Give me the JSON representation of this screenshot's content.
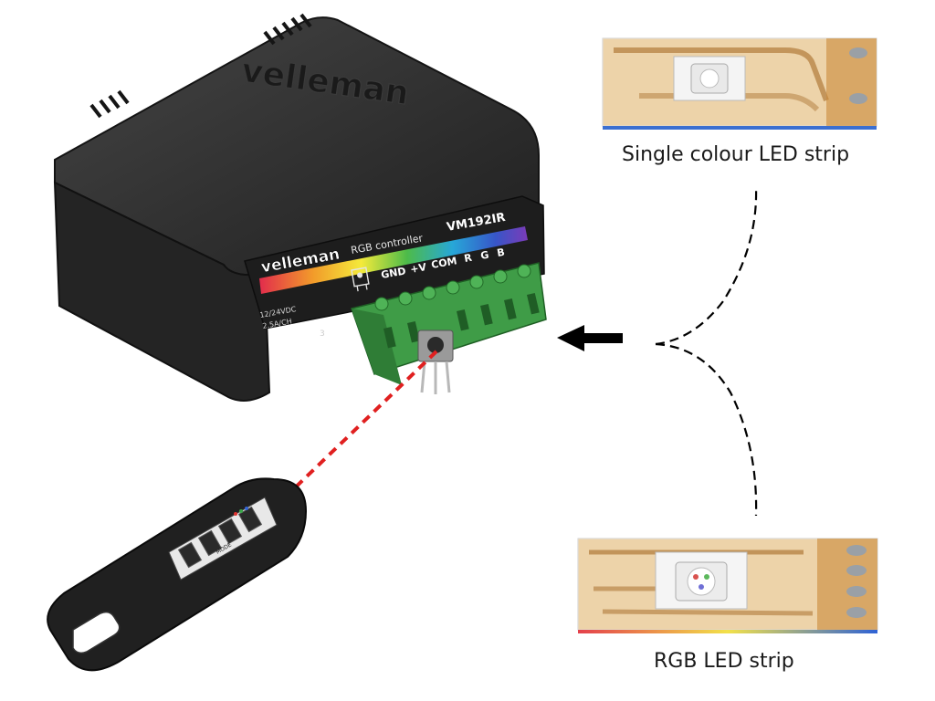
{
  "controller": {
    "brand": "velleman",
    "model": "VM192IR",
    "subtitle": "RGB controller",
    "spec_line1": "12/24VDC",
    "spec_line2": "2.5A/CH",
    "terminals": [
      "GND",
      "+V",
      "COM",
      "R",
      "G",
      "B"
    ],
    "side_mark": "3"
  },
  "remote": {
    "mode_label": "MODE"
  },
  "strips": {
    "single": {
      "caption": "Single colour LED strip"
    },
    "rgb": {
      "caption": "RGB LED strip"
    }
  },
  "colors": {
    "case": "#2b2b2b",
    "terminal_block": "#3b9a45",
    "ir_beam": "#e02020",
    "strip_pcb": "#e7c58c",
    "strip_bottom_line": "#3b6fd1"
  }
}
